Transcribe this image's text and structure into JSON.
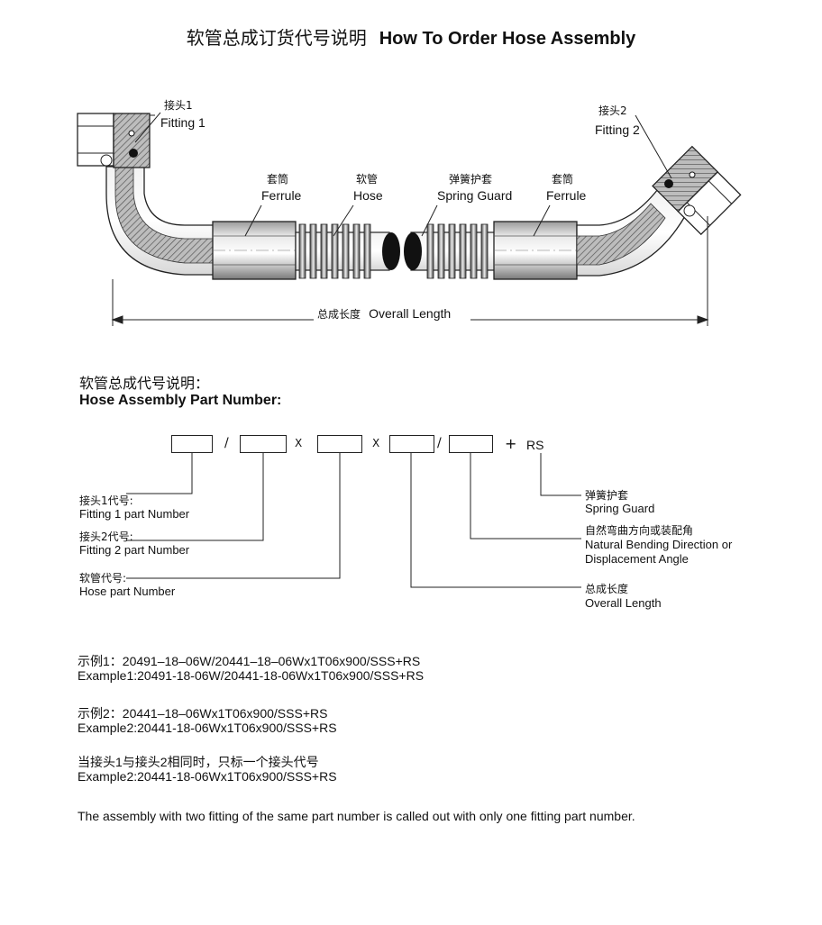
{
  "title": {
    "cn": "软管总成订货代号说明",
    "en": "How To Order Hose Assembly"
  },
  "diagram": {
    "fitting1": {
      "cn": "接头1",
      "en": "Fitting 1"
    },
    "fitting2": {
      "cn": "接头2",
      "en": "Fitting 2"
    },
    "ferrule_left": {
      "cn": "套筒",
      "en": "Ferrule"
    },
    "hose": {
      "cn": "软管",
      "en": "Hose"
    },
    "spring_guard": {
      "cn": "弹簧护套",
      "en": "Spring Guard"
    },
    "ferrule_right": {
      "cn": "套筒",
      "en": "Ferrule"
    },
    "overall": {
      "cn": "总成长度",
      "en": "Overall Length"
    }
  },
  "part_number": {
    "heading_cn": "软管总成代号说明：",
    "heading_en": "Hose Assembly Part Number:",
    "sep_slash": "/",
    "sep_x": "X",
    "sep_plus": "+",
    "suffix": "RS",
    "labels": {
      "fitting1_cn": "接头1代号:",
      "fitting1_en": "Fitting 1 part Number",
      "fitting2_cn": "接头2代号:",
      "fitting2_en": "Fitting 2 part Number",
      "hose_cn": "软管代号:",
      "hose_en": "Hose part Number",
      "spring_cn": "弹簧护套",
      "spring_en": "Spring Guard",
      "bend_cn": "自然弯曲方向或装配角",
      "bend_en1": "Natural Bending Direction or",
      "bend_en2": "Displacement Angle",
      "length_cn": "总成长度",
      "length_en": "Overall Length"
    }
  },
  "examples": {
    "ex1_cn": "示例1：20491–18–06W/20441–18–06Wx1T06x900/SSS+RS",
    "ex1_en": "Example1:20491-18-06W/20441-18-06Wx1T06x900/SSS+RS",
    "ex2_cn": "示例2：20441–18–06Wx1T06x900/SSS+RS",
    "ex2_en": "Example2:20441-18-06Wx1T06x900/SSS+RS",
    "ex3_cn": "当接头1与接头2相同时，只标一个接头代号",
    "ex3_en": "Example2:20441-18-06Wx1T06x900/SSS+RS"
  },
  "note": "The assembly with two fitting of the same part number is called out with only one fitting part number."
}
